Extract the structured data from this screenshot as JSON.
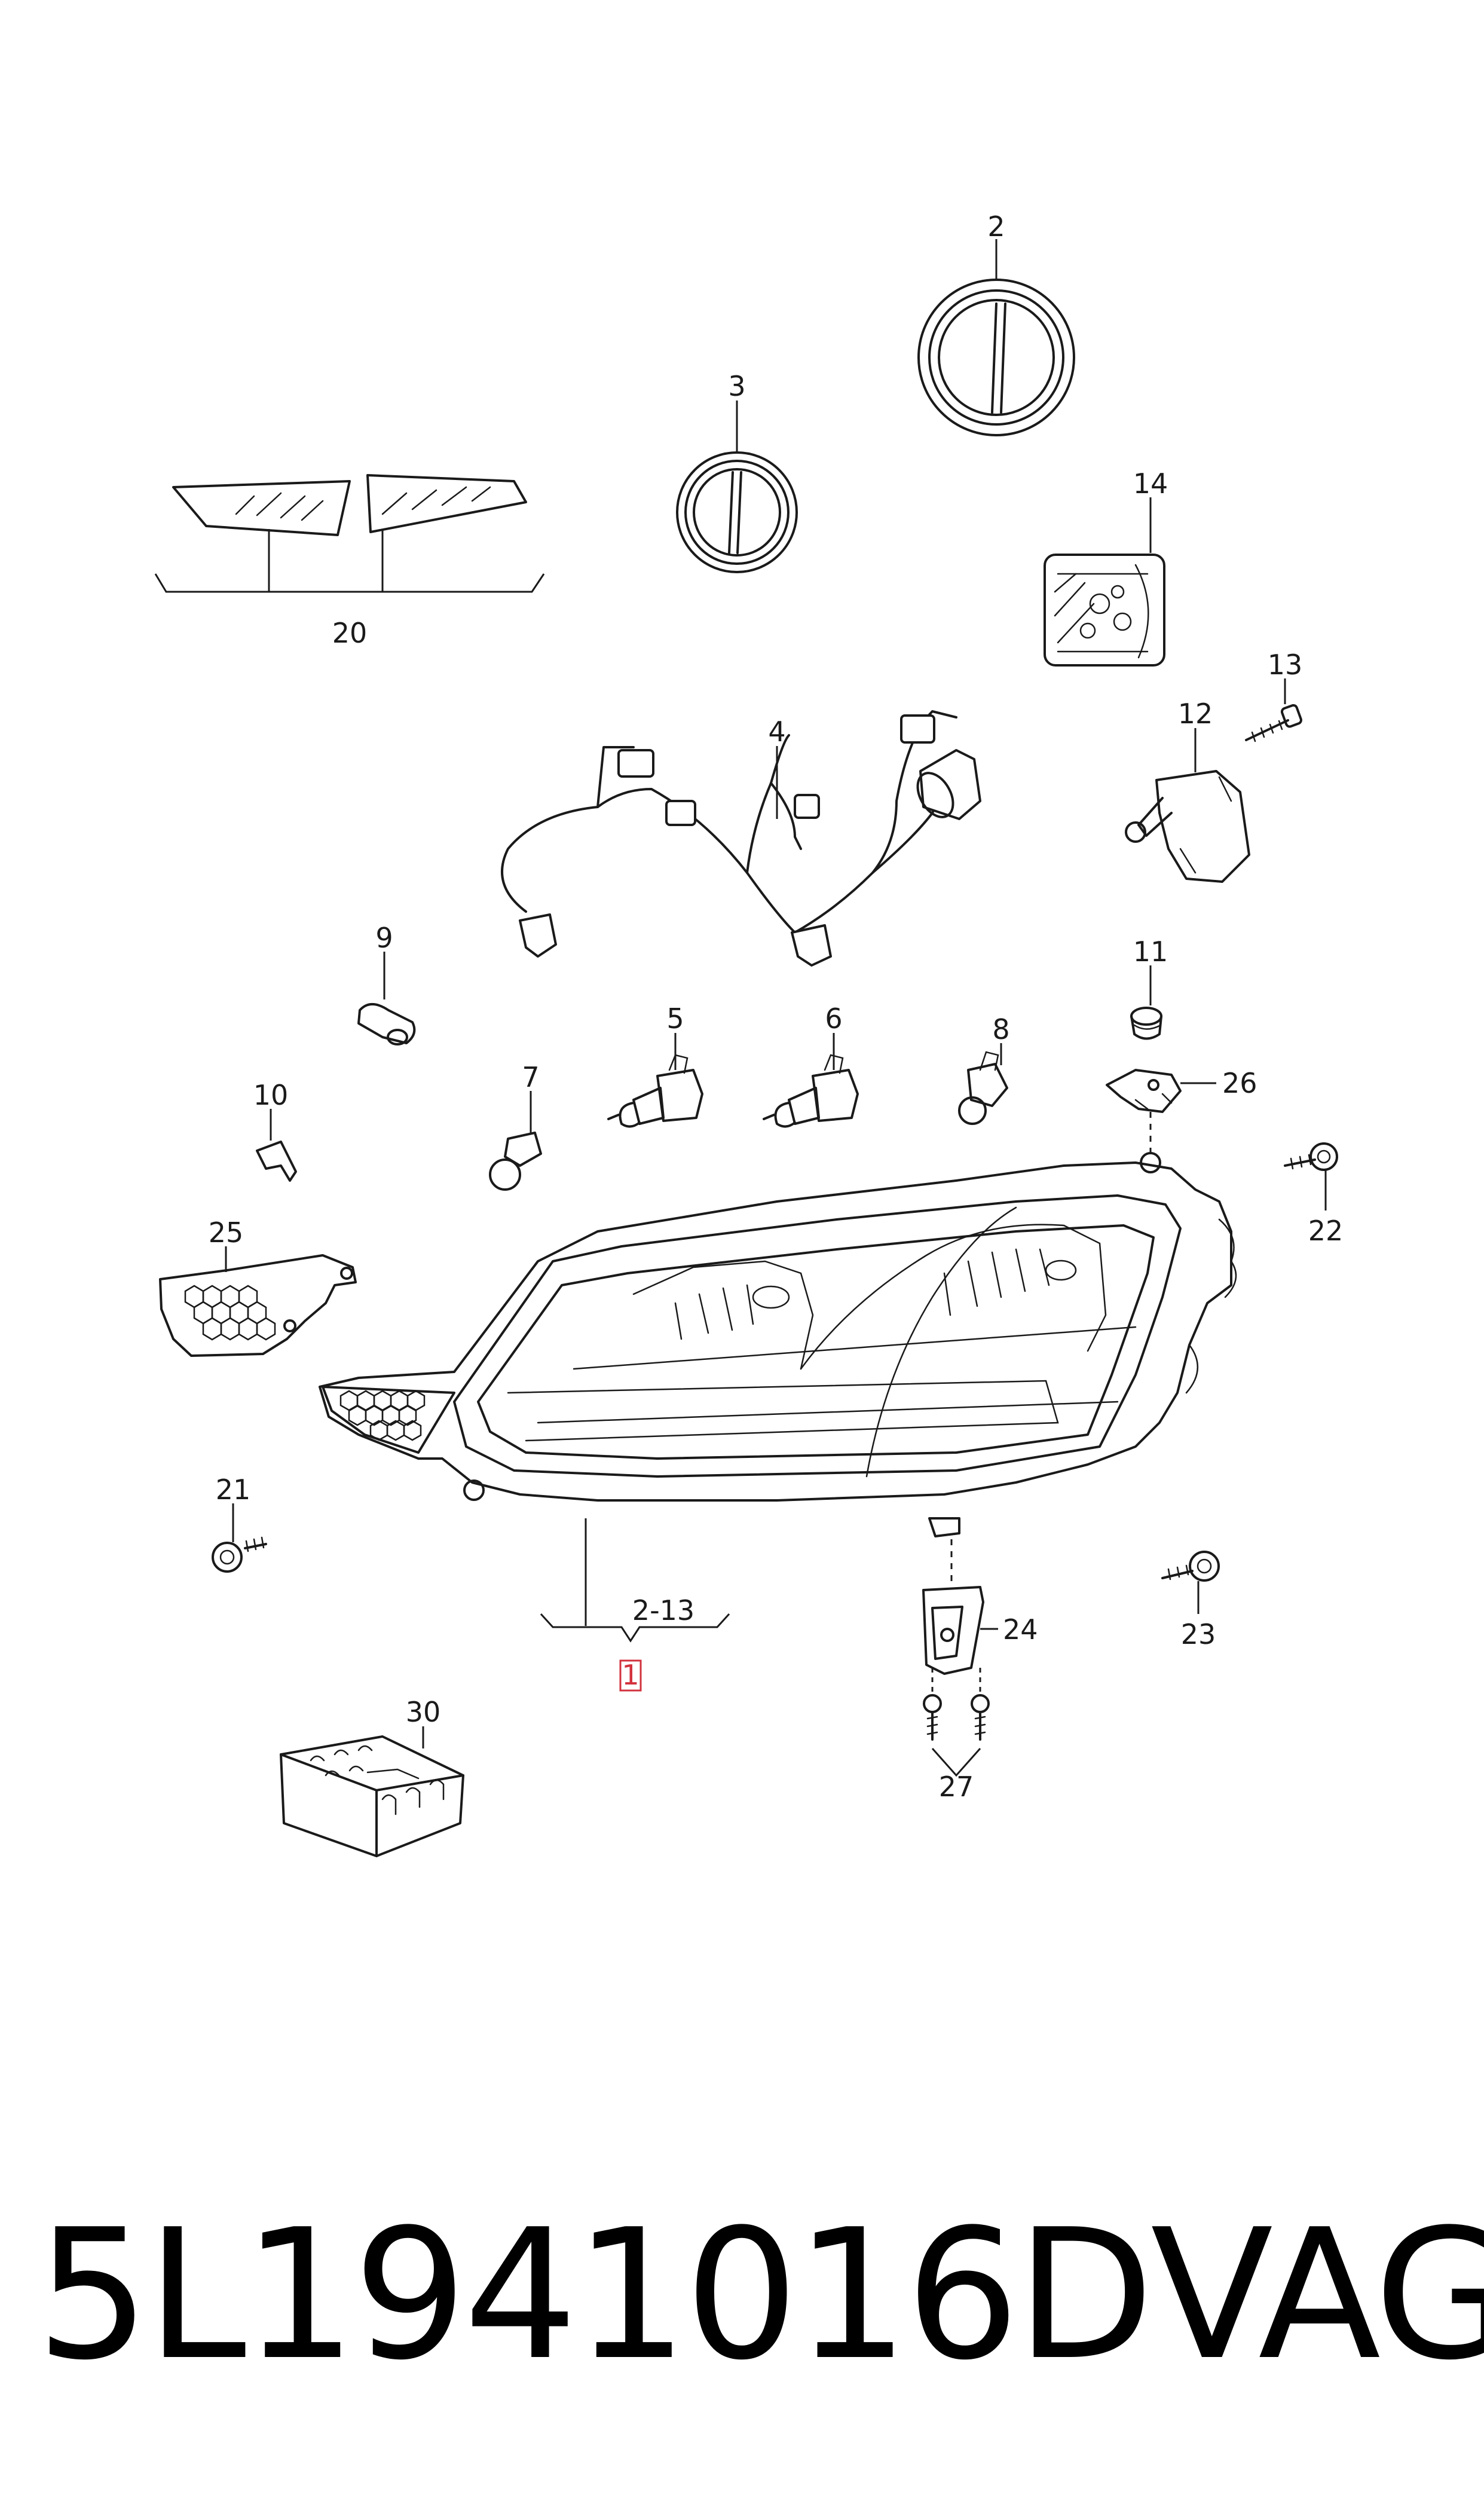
{
  "footer": {
    "part_number": "5L1941016D",
    "brand": "VAG"
  },
  "callouts": {
    "c1": "1",
    "c2": "2",
    "c3": "3",
    "c4": "4",
    "c5": "5",
    "c6": "6",
    "c7": "7",
    "c8": "8",
    "c9": "9",
    "c10": "10",
    "c11": "11",
    "c12": "12",
    "c13": "13",
    "c14": "14",
    "c20": "20",
    "c21": "21",
    "c22": "22",
    "c23": "23",
    "c24": "24",
    "c25": "25",
    "c26": "26",
    "c27": "27",
    "c30": "30",
    "range_2_13": "2-13"
  },
  "colors": {
    "line": "#1a1a1a",
    "highlight": "#d2323c",
    "background": "#ffffff"
  }
}
